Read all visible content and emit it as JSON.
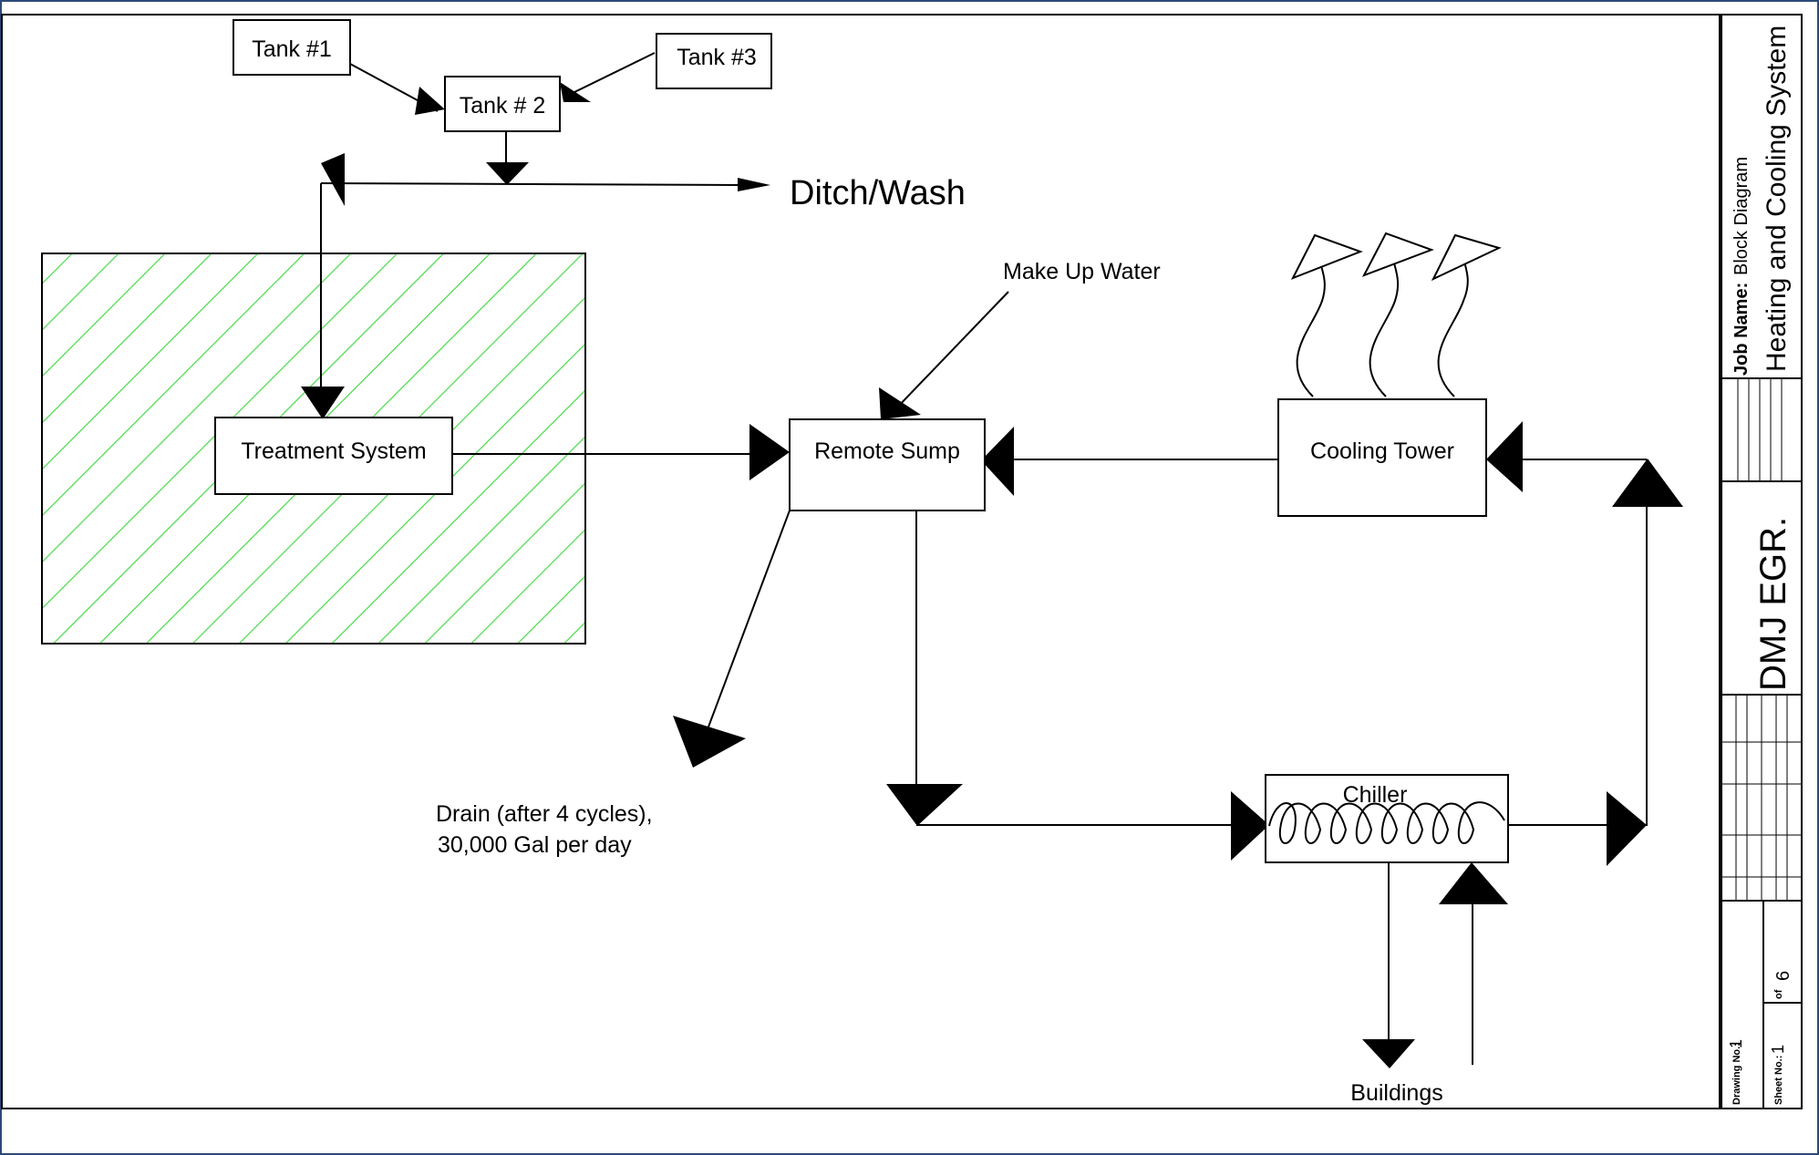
{
  "diagram": {
    "tank1": "Tank #1",
    "tank2": "Tank # 2",
    "tank3": "Tank #3",
    "ditch_wash": "Ditch/Wash",
    "treatment_system": "Treatment System",
    "remote_sump": "Remote Sump",
    "make_up_water": "Make Up Water",
    "cooling_tower": "Cooling Tower",
    "chiller": "Chiller",
    "drain_line1": "Drain (after 4 cycles),",
    "drain_line2": "30,000 Gal per day",
    "buildings": "Buildings"
  },
  "title_block": {
    "job_name_label": "Job Name:",
    "job_name_value": "Block Diagram",
    "title": "Heating and Cooling System",
    "company": "DMJ EGR.",
    "drawing_no_label": "Drawing No.:",
    "drawing_no_value": "1",
    "sheet_no_label": "Sheet No.:",
    "sheet_no_value": "1",
    "of_label": "of",
    "of_value": "6"
  },
  "colors": {
    "hatch": "#4cdc4c",
    "border": "#2b4a7a",
    "line": "#000000"
  }
}
